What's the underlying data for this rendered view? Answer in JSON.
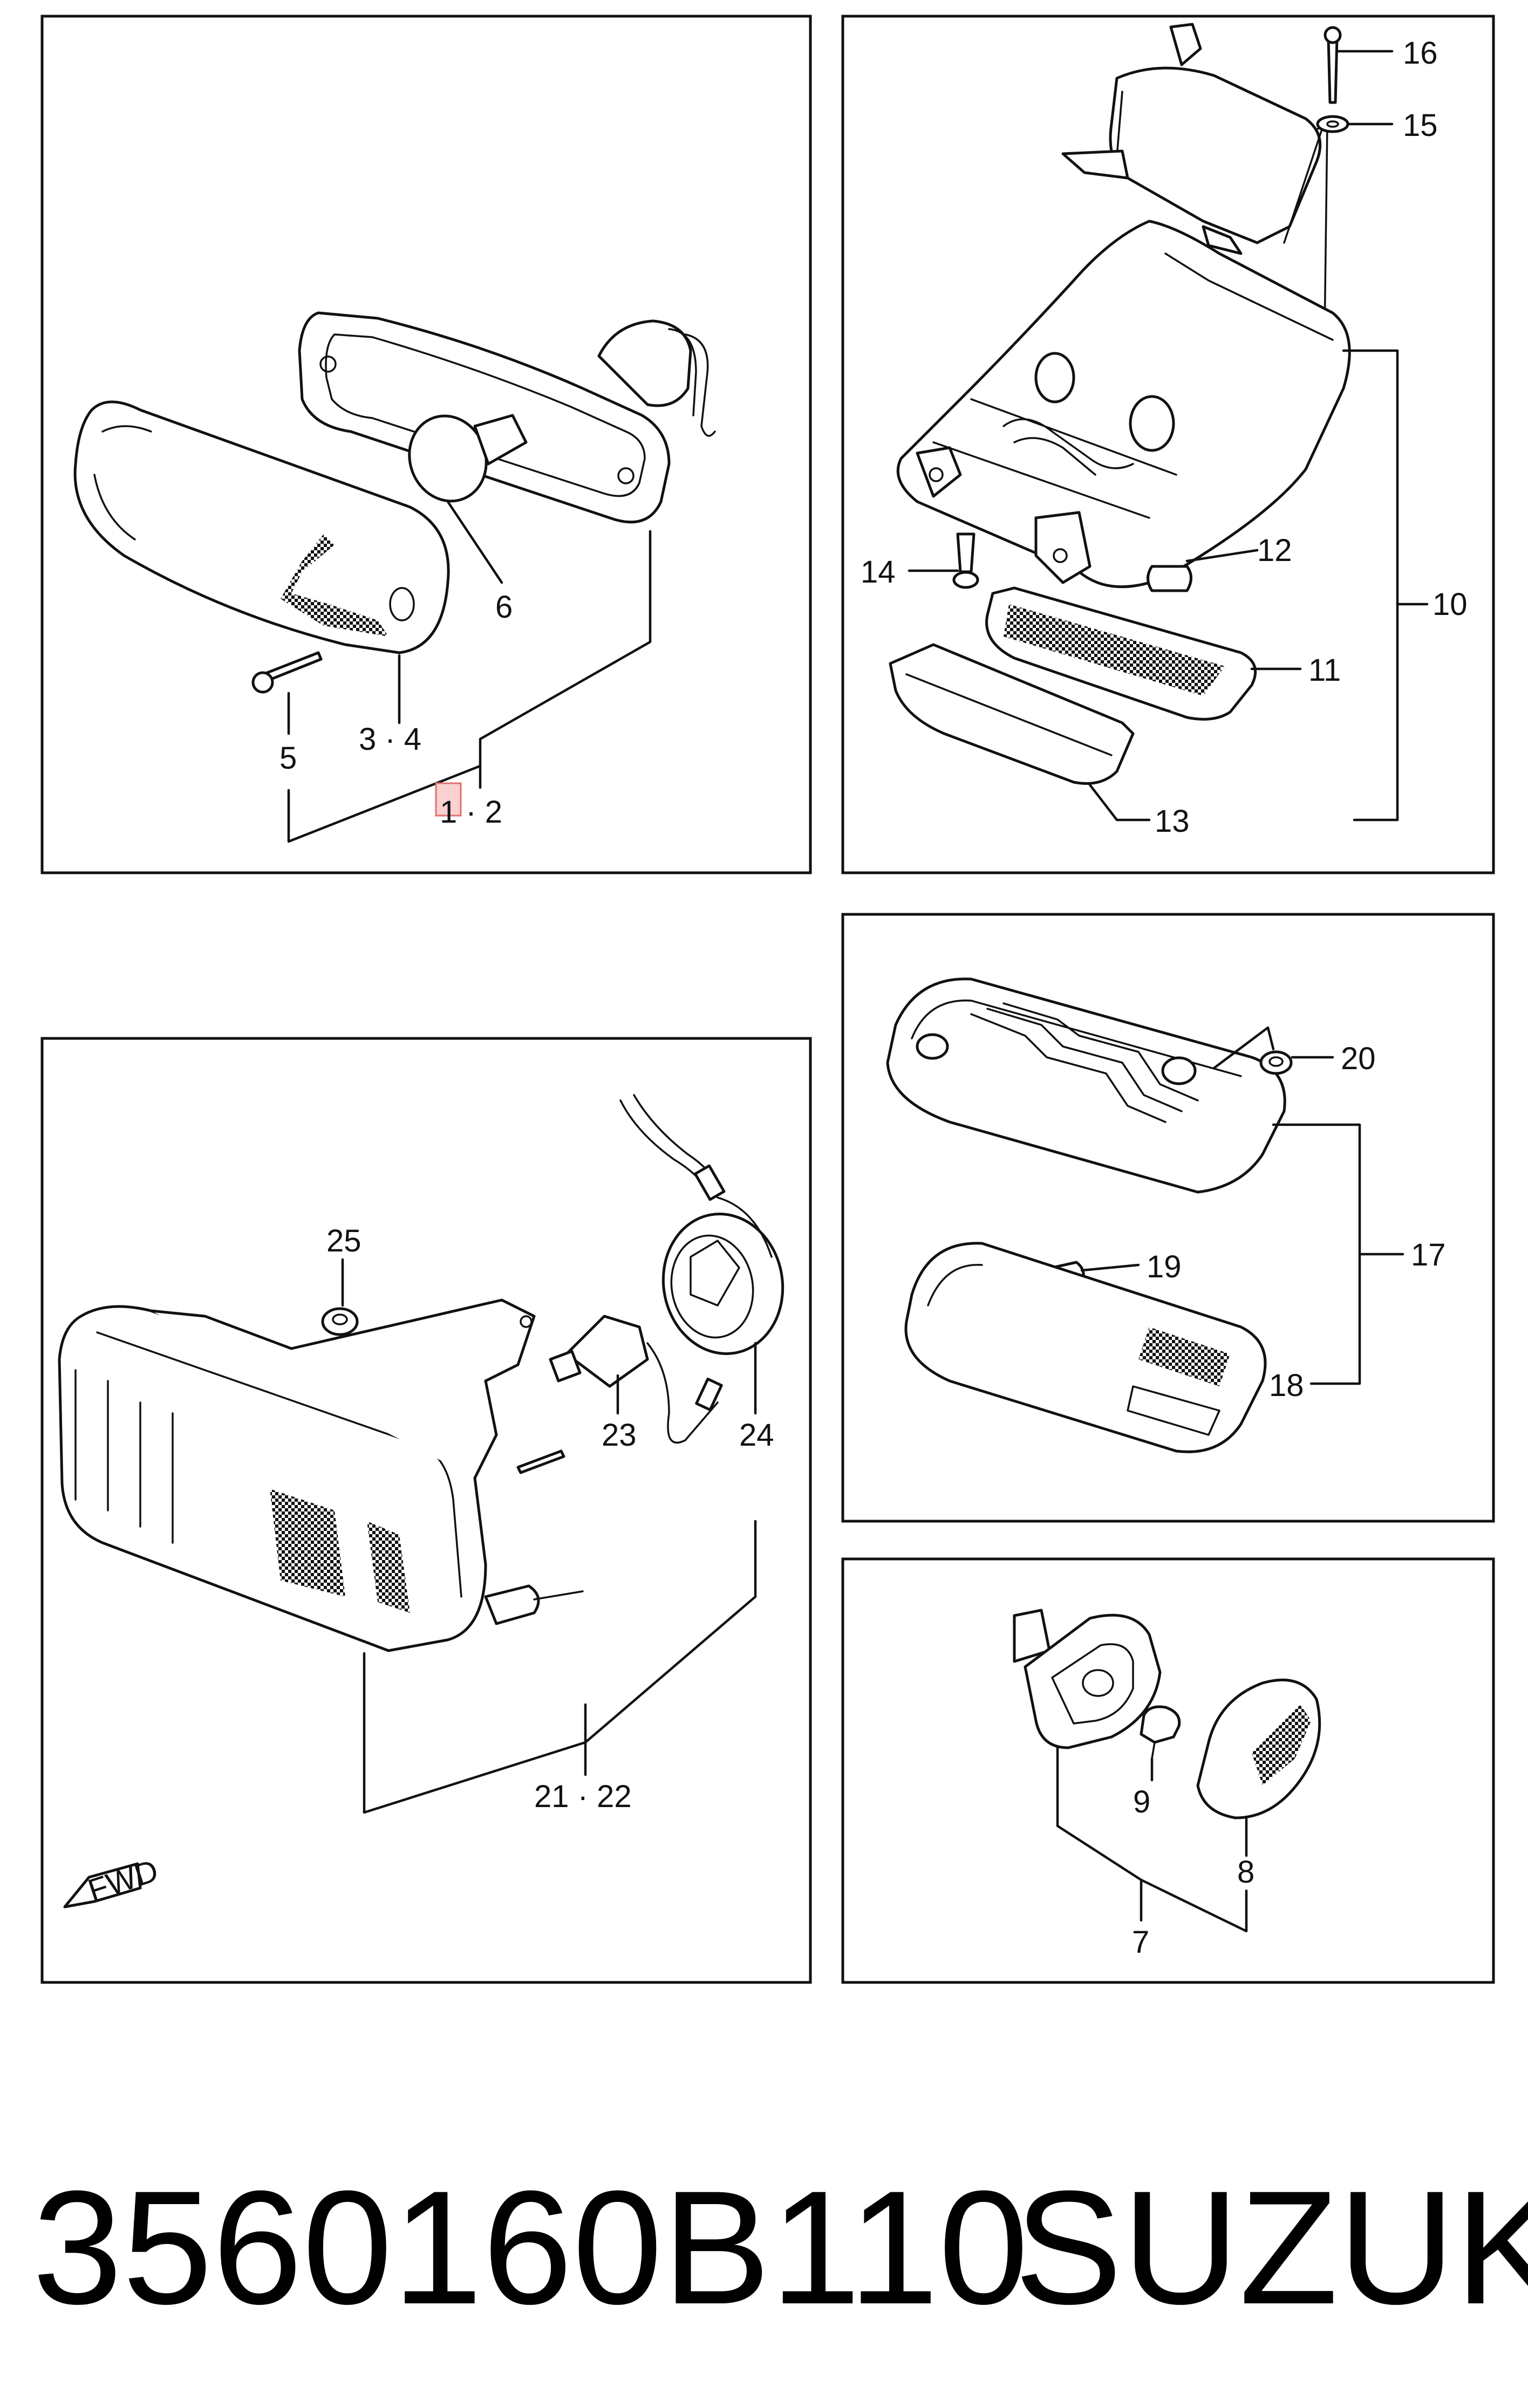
{
  "panels": {
    "turn_signal": {
      "callouts": {
        "c6": "6",
        "c5": "5",
        "c34": "3 · 4",
        "c12": "1 · 2"
      }
    },
    "interior_lamp": {
      "callouts": {
        "c16": "16",
        "c15": "15",
        "c14": "14",
        "c12": "12",
        "c10": "10",
        "c11": "11",
        "c13": "13"
      }
    },
    "map_lamp": {
      "callouts": {
        "c20": "20",
        "c19": "19",
        "c17": "17",
        "c18": "18"
      }
    },
    "fog_lamp": {
      "callouts": {
        "c25": "25",
        "c23": "23",
        "c24": "24",
        "c2122": "21 · 22"
      },
      "fwd_label": "FWD"
    },
    "side_marker": {
      "callouts": {
        "c9": "9",
        "c8": "8",
        "c7": "7"
      }
    }
  },
  "footer": {
    "part_number": "3560160B110",
    "brand": "SUZUKI"
  },
  "colors": {
    "ink": "#111111",
    "paper": "#ffffff",
    "highlight": "#e07070"
  }
}
